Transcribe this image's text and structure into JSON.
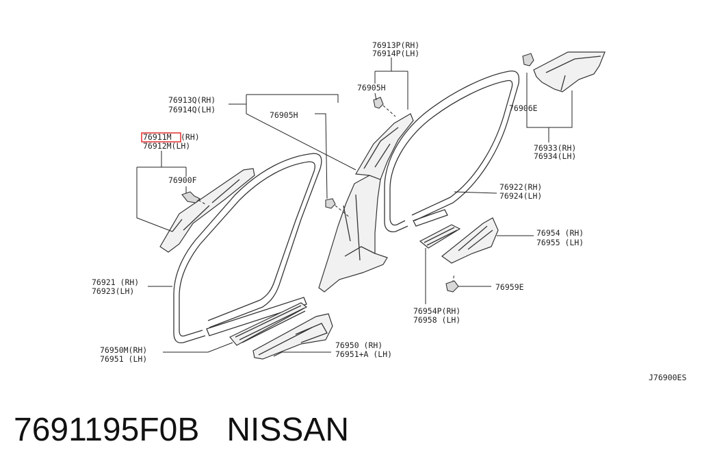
{
  "diagram_code": "J76900ES",
  "highlight_color": "#e02020",
  "labels": {
    "p76913P": "76913P(RH)",
    "p76914P": "76914P(LH)",
    "p76905H_top": "76905H",
    "p76913Q": "76913Q(RH)",
    "p76914Q": "76914Q(LH)",
    "p76905H_mid": "76905H",
    "p76911M": "76911M",
    "p76911M_rh": "(RH)",
    "p76912M": "76912M(LH)",
    "p76900F": "76900F",
    "p76906E": "76906E",
    "p76933": "76933(RH)",
    "p76934": "76934(LH)",
    "p76922": "76922(RH)",
    "p76924": "76924(LH)",
    "p76954": "76954 (RH)",
    "p76955": "76955 (LH)",
    "p76921": "76921 (RH)",
    "p76923": "76923(LH)",
    "p76959E": "76959E",
    "p76954P": "76954P(RH)",
    "p76958": "76958   (LH)",
    "p76950M": "76950M(RH)",
    "p76951a": "76951  (LH)",
    "p76950": "76950   (RH)",
    "p76951b": "76951+A (LH)"
  },
  "caption": {
    "part_number": "7691195F0B",
    "brand": "NISSAN"
  }
}
